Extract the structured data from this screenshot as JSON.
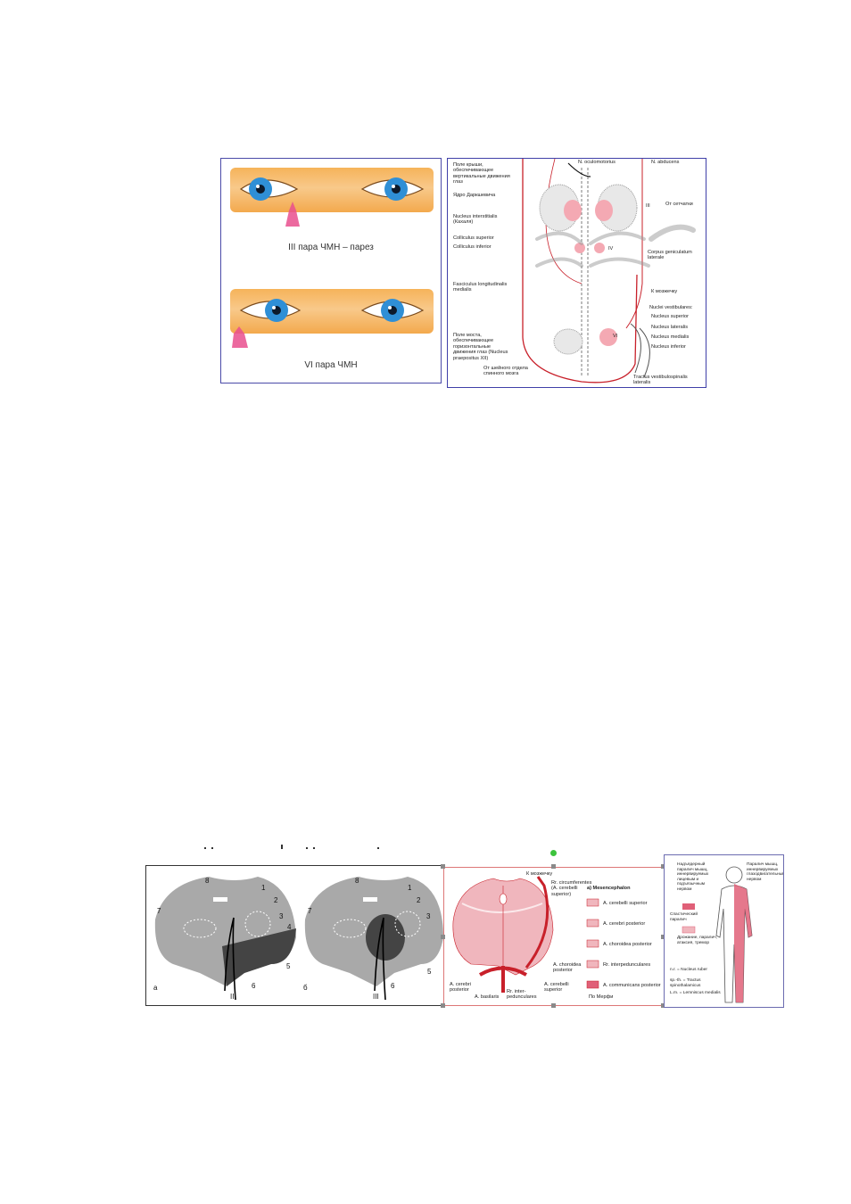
{
  "figure_eyes": {
    "caption_1": "III пара ЧМН – парез",
    "caption_2": "VI пара ЧМН",
    "colors": {
      "skin": "#f6b35a",
      "iris": "#2f8fd6",
      "arrow": "#e94f8e"
    }
  },
  "figure_brainstem": {
    "labels": {
      "tectum_field": "Поле крыши, обеспечивающее вертикальные движения глаз",
      "darkschewitsch": "Ядро Даркшевича",
      "cajal": "Nucleus interstitialis (Кахаля)",
      "colliculus_superior": "Colliculus superior",
      "colliculus_inferior": "Colliculus inferior",
      "flm": "Fasciculus longitudinalis medialis",
      "pons_field": "Поле моста, обеспечивающее горизонтальные движения глаз (Nucleus praepositus XII)",
      "cervical": "От шейного отдела спинного мозга",
      "oculomotorius": "N. oculomotorius",
      "abducens": "N. abducens",
      "retina": "От сетчатки",
      "geniculatum": "Corpus geniculatum laterale",
      "cerebellum": "К мозжечку",
      "vestibulares": "Nuclei vestibulares:",
      "superior": "Nucleus superior",
      "lateralis": "Nucleus lateralis",
      "medialis": "Nucleus medialis",
      "inferior": "Nucleus inferior",
      "tractus": "Tractus vestibulospinalis lateralis",
      "roman_iii": "III",
      "roman_iv": "IV",
      "roman_vi": "VI"
    },
    "colors": {
      "outline": "#c8202a",
      "nuclei": "#f4a9b3"
    }
  },
  "figure_midbrain": {
    "numbers": [
      "1",
      "2",
      "3",
      "4",
      "5",
      "6",
      "7",
      "8"
    ],
    "nerve": "III",
    "panel_a": "а",
    "panel_b": "б",
    "colors": {
      "tissue": "#a9a9a9",
      "lesion": "#444444"
    }
  },
  "figure_vessels": {
    "labels": {
      "cerebellum": "К мозжечку",
      "circumferentes": "Rr. circumferentes (A. cerebelli superior)",
      "section_title": "a) Mesencephalon",
      "cerebelli_superior": "A. cerebelli superior",
      "cerebri_posterior": "A. cerebri posterior",
      "choroidea_posterior": "A. choroidea posterior",
      "interpedunculares": "Rr. interpedunculares",
      "communicans": "A. communicans posterior",
      "author": "По Мерфи",
      "choroidea_posterior_2": "A. choroidea posterior",
      "cerebelli_superior_2": "A. cerebelli superior",
      "cerebri_posterior_2": "A. cerebri posterior",
      "basilaris": "A. basilaris",
      "rr_inter": "Rr. inter-pedunculares"
    },
    "colors": {
      "vessels": "#c8202a",
      "territory": "#f0b6bd"
    }
  },
  "figure_body": {
    "labels": {
      "left_note": "Надъядерный паралич мышц, иннервируемых лицевым и подъязычным нервом",
      "right_note": "Паралич мышц, иннервируемых глазодвигательным нервом",
      "spastic": "Спастический паралич",
      "tremor": "Дрожание, паралич, атаксия, тремор",
      "ruber": "n.r. = Nucleus ruber",
      "spino": "sp.-th. = Tractus spinothalamicus",
      "lemniscus": "L.m. = Lemniscus medialis"
    },
    "colors": {
      "affected": "#e06078"
    }
  }
}
